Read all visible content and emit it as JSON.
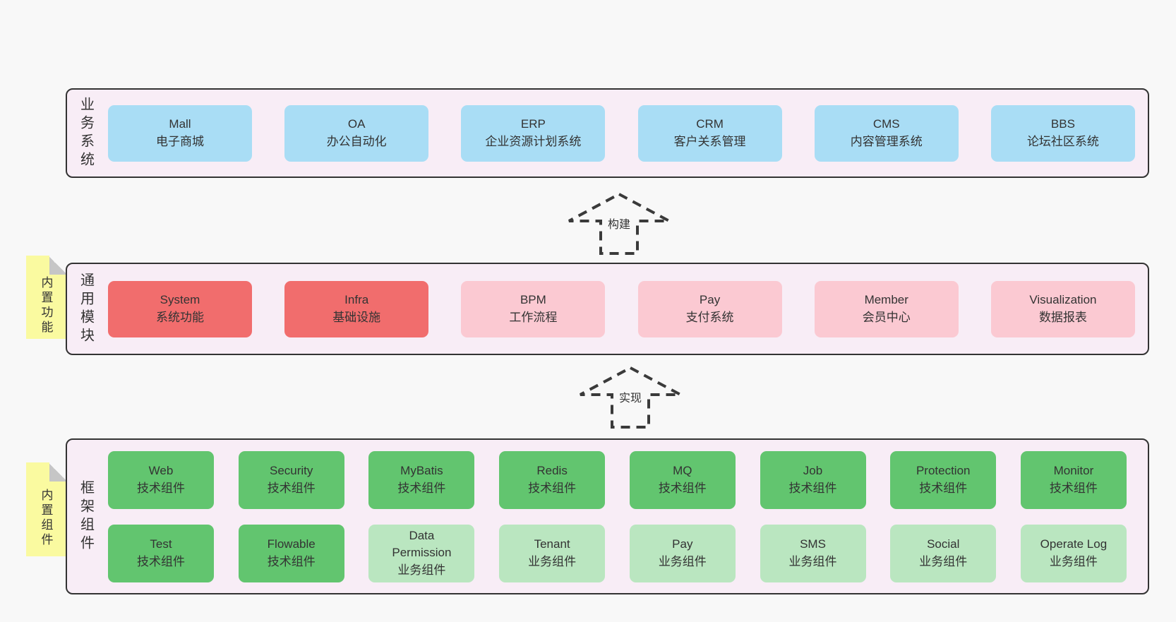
{
  "colors": {
    "page_bg": "#f8f8f8",
    "band_bg": "#f8edf6",
    "band_border": "#333333",
    "blue": "#a9ddf5",
    "red": "#f16d6d",
    "pink": "#fbc9d2",
    "green": "#62c56f",
    "green_light": "#bae6c0",
    "note_bg": "#fafaa0",
    "note_fold": "#c6c6c6",
    "text": "#333333",
    "arrow": "#3a3a3a"
  },
  "arrows": [
    {
      "label": "构建"
    },
    {
      "label": "实现"
    }
  ],
  "bands": [
    {
      "label": "业务系统",
      "rows": [
        [
          {
            "name": "Mall",
            "sub": "电子商城",
            "variant": "blue"
          },
          {
            "name": "OA",
            "sub": "办公自动化",
            "variant": "blue"
          },
          {
            "name": "ERP",
            "sub": "企业资源计划系统",
            "variant": "blue"
          },
          {
            "name": "CRM",
            "sub": "客户关系管理",
            "variant": "blue"
          },
          {
            "name": "CMS",
            "sub": "内容管理系统",
            "variant": "blue"
          },
          {
            "name": "BBS",
            "sub": "论坛社区系统",
            "variant": "blue"
          }
        ]
      ]
    },
    {
      "label": "通用模块",
      "note": "内置功能",
      "rows": [
        [
          {
            "name": "System",
            "sub": "系统功能",
            "variant": "red"
          },
          {
            "name": "Infra",
            "sub": "基础设施",
            "variant": "red"
          },
          {
            "name": "BPM",
            "sub": "工作流程",
            "variant": "pink"
          },
          {
            "name": "Pay",
            "sub": "支付系统",
            "variant": "pink"
          },
          {
            "name": "Member",
            "sub": "会员中心",
            "variant": "pink"
          },
          {
            "name": "Visualization",
            "sub": "数据报表",
            "variant": "pink"
          }
        ]
      ]
    },
    {
      "label": "框架组件",
      "note": "内置组件",
      "rows": [
        [
          {
            "name": "Web",
            "sub": "技术组件",
            "variant": "green"
          },
          {
            "name": "Security",
            "sub": "技术组件",
            "variant": "green"
          },
          {
            "name": "MyBatis",
            "sub": "技术组件",
            "variant": "green"
          },
          {
            "name": "Redis",
            "sub": "技术组件",
            "variant": "green"
          },
          {
            "name": "MQ",
            "sub": "技术组件",
            "variant": "green"
          },
          {
            "name": "Job",
            "sub": "技术组件",
            "variant": "green"
          },
          {
            "name": "Protection",
            "sub": "技术组件",
            "variant": "green"
          },
          {
            "name": "Monitor",
            "sub": "技术组件",
            "variant": "green"
          }
        ],
        [
          {
            "name": "Test",
            "sub": "技术组件",
            "variant": "green"
          },
          {
            "name": "Flowable",
            "sub": "技术组件",
            "variant": "green"
          },
          {
            "name": "Data Permission",
            "sub": "业务组件",
            "variant": "green-light"
          },
          {
            "name": "Tenant",
            "sub": "业务组件",
            "variant": "green-light"
          },
          {
            "name": "Pay",
            "sub": "业务组件",
            "variant": "green-light"
          },
          {
            "name": "SMS",
            "sub": "业务组件",
            "variant": "green-light"
          },
          {
            "name": "Social",
            "sub": "业务组件",
            "variant": "green-light"
          },
          {
            "name": "Operate Log",
            "sub": "业务组件",
            "variant": "green-light"
          }
        ]
      ]
    }
  ]
}
